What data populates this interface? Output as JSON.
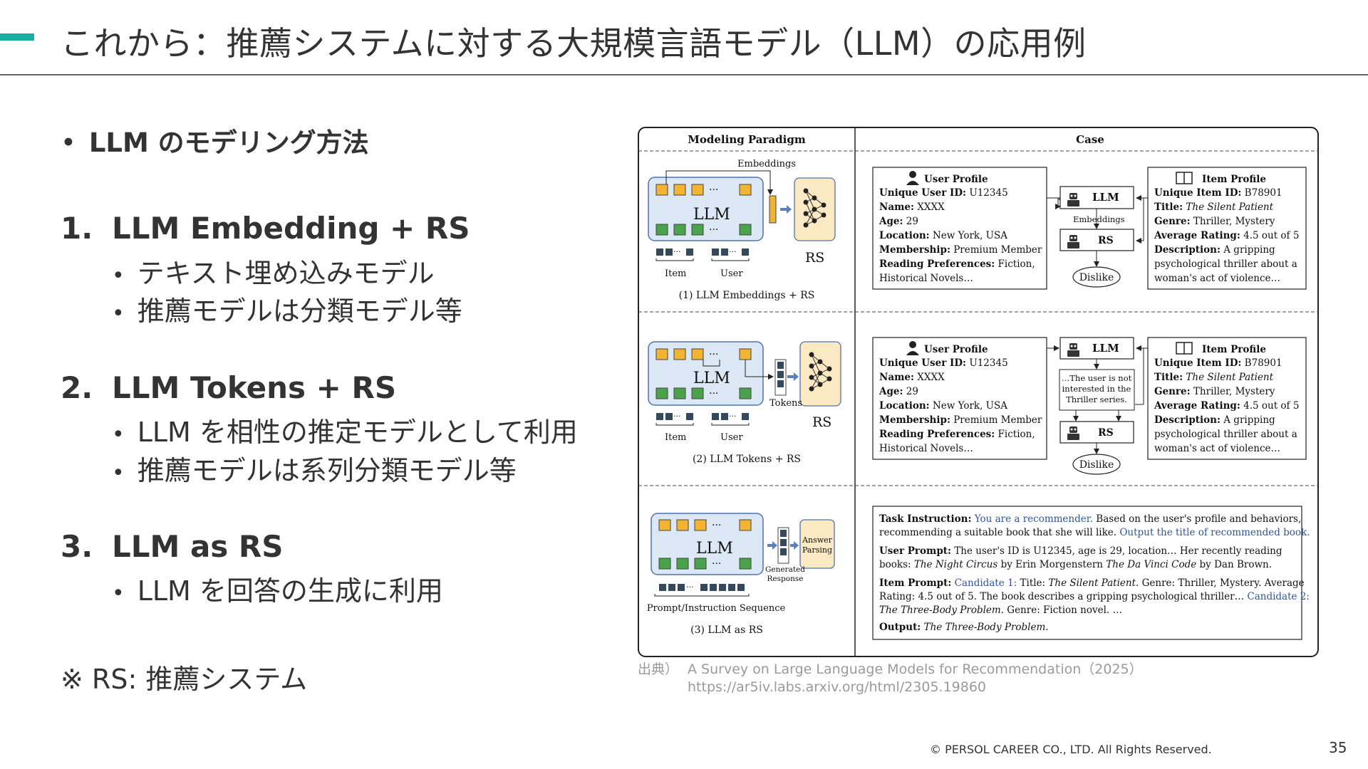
{
  "slide": {
    "title": "これから：推薦システムに対する大規模言語モデル（LLM）の応用例",
    "heading": "LLM のモデリング方法",
    "methods": [
      {
        "num": "1.",
        "label": "LLM Embedding + RS",
        "subs": [
          "テキスト埋め込みモデル",
          "推薦モデルは分類モデル等"
        ]
      },
      {
        "num": "2.",
        "label": "LLM Tokens + RS",
        "subs": [
          "LLM を相性の推定モデルとして利用",
          "推薦モデルは系列分類モデル等"
        ]
      },
      {
        "num": "3.",
        "label": "LLM as RS",
        "subs": [
          "LLM を回答の生成に利用"
        ]
      }
    ],
    "note": "※ RS: 推薦システム",
    "source_label": "出典）",
    "source_title": "A Survey on Large Language Models for Recommendation（2025）",
    "source_url": "https://ar5iv.labs.arxiv.org/html/2305.19860",
    "copyright": "© PERSOL CAREER CO., LTD. All Rights Reserved.",
    "page_number": "35"
  },
  "figure": {
    "col_left": "Modeling Paradigm",
    "col_right": "Case",
    "llm": "LLM",
    "rs": "RS",
    "embeddings": "Embeddings",
    "tokens": "Tokens",
    "item": "Item",
    "user": "User",
    "ellipsis": "···",
    "caption1": "(1) LLM Embeddings + RS",
    "caption2": "(2) LLM Tokens + RS",
    "caption3": "(3) LLM as RS",
    "answer1": "Answer",
    "answer2": "Parsing",
    "generated1": "Generated",
    "generated2": "Response",
    "prompt_seq": "Prompt/Instruction Sequence",
    "user_profile": {
      "title": "User Profile",
      "lines": [
        {
          "k": "Unique User ID:",
          "v": " U12345"
        },
        {
          "k": "Name:",
          "v": " XXXX"
        },
        {
          "k": "Age:",
          "v": " 29"
        },
        {
          "k": "Location:",
          "v": " New York, USA"
        },
        {
          "k": "Membership:",
          "v": " Premium Member"
        },
        {
          "k": "Reading Preferences:",
          "v": " Fiction,"
        },
        {
          "k": "",
          "v": "Historical Novels…"
        }
      ]
    },
    "item_profile": {
      "title": "Item Profile",
      "lines": [
        {
          "k": "Unique Item ID:",
          "v": " B78901",
          "it": false
        },
        {
          "k": "Title:",
          "v": " The Silent Patient",
          "it": true
        },
        {
          "k": "Genre:",
          "v": " Thriller, Mystery",
          "it": false
        },
        {
          "k": "Average Rating:",
          "v": " 4.5 out of 5",
          "it": false
        },
        {
          "k": "Description:",
          "v": " A gripping",
          "it": false
        },
        {
          "k": "",
          "v": "psychological thriller about a",
          "it": false
        },
        {
          "k": "",
          "v": "woman's act of violence…",
          "it": false
        }
      ]
    },
    "dislike": "Dislike",
    "not_interested": [
      "…The user is not",
      "interested in the",
      "Thriller series."
    ],
    "case3": {
      "task_label": "Task Instruction:",
      "task_1a": " You are a recommender.",
      "task_1b": " Based on the user's profile and behaviors,",
      "task_2a": "recommending a suitable book that she will like.",
      "task_2b": " Output the title of recommended book.",
      "user_label": "User Prompt:",
      "user_1": " The user's ID is U12345, age is 29, location… Her recently reading",
      "user_2a": "books: ",
      "user_2b": "The Night Circus",
      "user_2c": " by Erin Morgenstern ",
      "user_2d": "The Da Vinci Code",
      "user_2e": " by Dan Brown.",
      "item_label": "Item Prompt:",
      "item_1a": " Candidate 1:",
      "item_1b": " Title: ",
      "item_1c": "The Silent Patient",
      "item_1d": ". Genre: Thriller, Mystery. Average",
      "item_2a": "Rating: 4.5 out of 5. The book describes a gripping psychological thriller…",
      "item_2b": " Candidate 2:",
      "item_3a": "The Three-Body Problem",
      "item_3b": ". Genre: Fiction novel. …",
      "output_label": "Output:",
      "output_value": " The Three-Body Problem."
    }
  }
}
